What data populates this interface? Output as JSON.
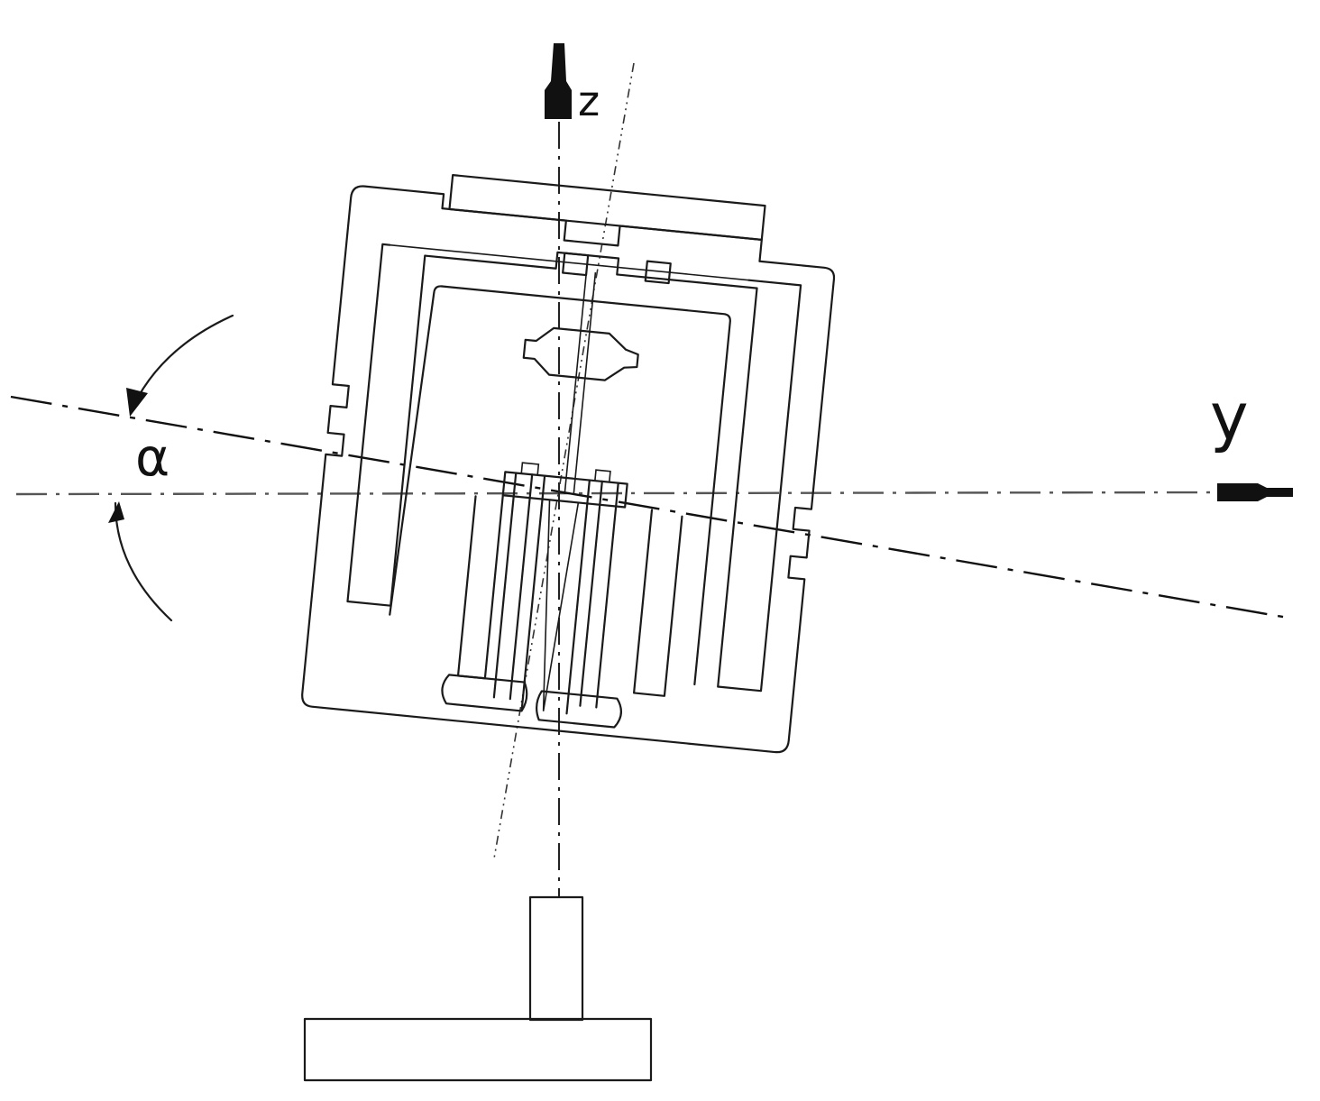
{
  "labels": {
    "z_axis": "z",
    "y_axis": "y",
    "angle": "α"
  },
  "colors": {
    "ink": "#1a1a1a",
    "axis_gray": "#555555",
    "background": "#ffffff"
  }
}
